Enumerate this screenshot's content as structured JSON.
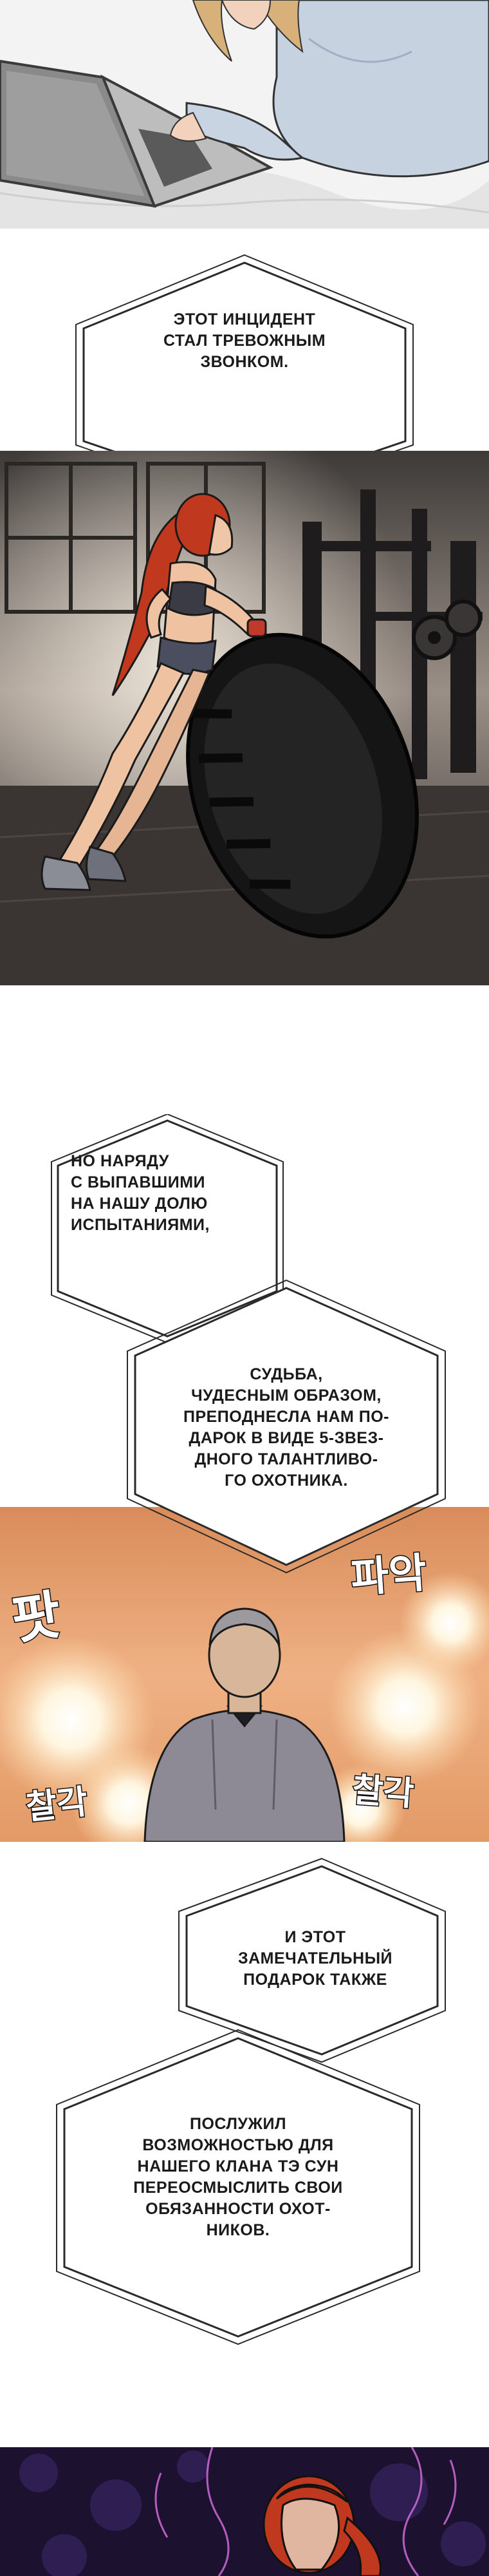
{
  "captions": {
    "c1": [
      "ЭТОТ ИНЦИДЕНТ",
      "СТАЛ ТРЕВОЖНЫМ",
      "ЗВОНКОМ."
    ],
    "c2": [
      "НО НАРЯДУ",
      "С ВЫПАВШИМИ",
      "НА НАШУ ДОЛЮ",
      "ИСПЫТАНИЯМИ,"
    ],
    "c3": [
      "СУДЬБА,",
      "ЧУДЕСНЫМ ОБРАЗОМ,",
      "ПРЕПОДНЕСЛА НАМ ПО-",
      "ДАРОК В ВИДЕ 5-ЗВЕЗ-",
      "ДНОГО ТАЛАНТЛИВО-",
      "ГО ОХОТНИКА."
    ],
    "c4": [
      "И ЭТОТ",
      "ЗАМЕЧАТЕЛЬНЫЙ",
      "ПОДАРОК ТАКЖЕ"
    ],
    "c5": [
      "ПОСЛУЖИЛ",
      "ВОЗМОЖНОСТЬЮ ДЛЯ",
      "НАШЕГО КЛАНА ТЭ СУН",
      "ПЕРЕОСМЫСЛИТЬ СВОИ",
      "ОБЯЗАННОСТИ ОХОТ-",
      "НИКОВ."
    ]
  },
  "sfx": {
    "pat": "팟",
    "paak": "파악",
    "chalkak_left": "찰각",
    "chalkak_right": "찰각"
  },
  "colors": {
    "bubble_border": "#2a2a2a",
    "gym_bg": "#6e655e",
    "flash_bg": "#e9a774",
    "dark_bg": "#1c1230",
    "hair": "#c0391f"
  }
}
